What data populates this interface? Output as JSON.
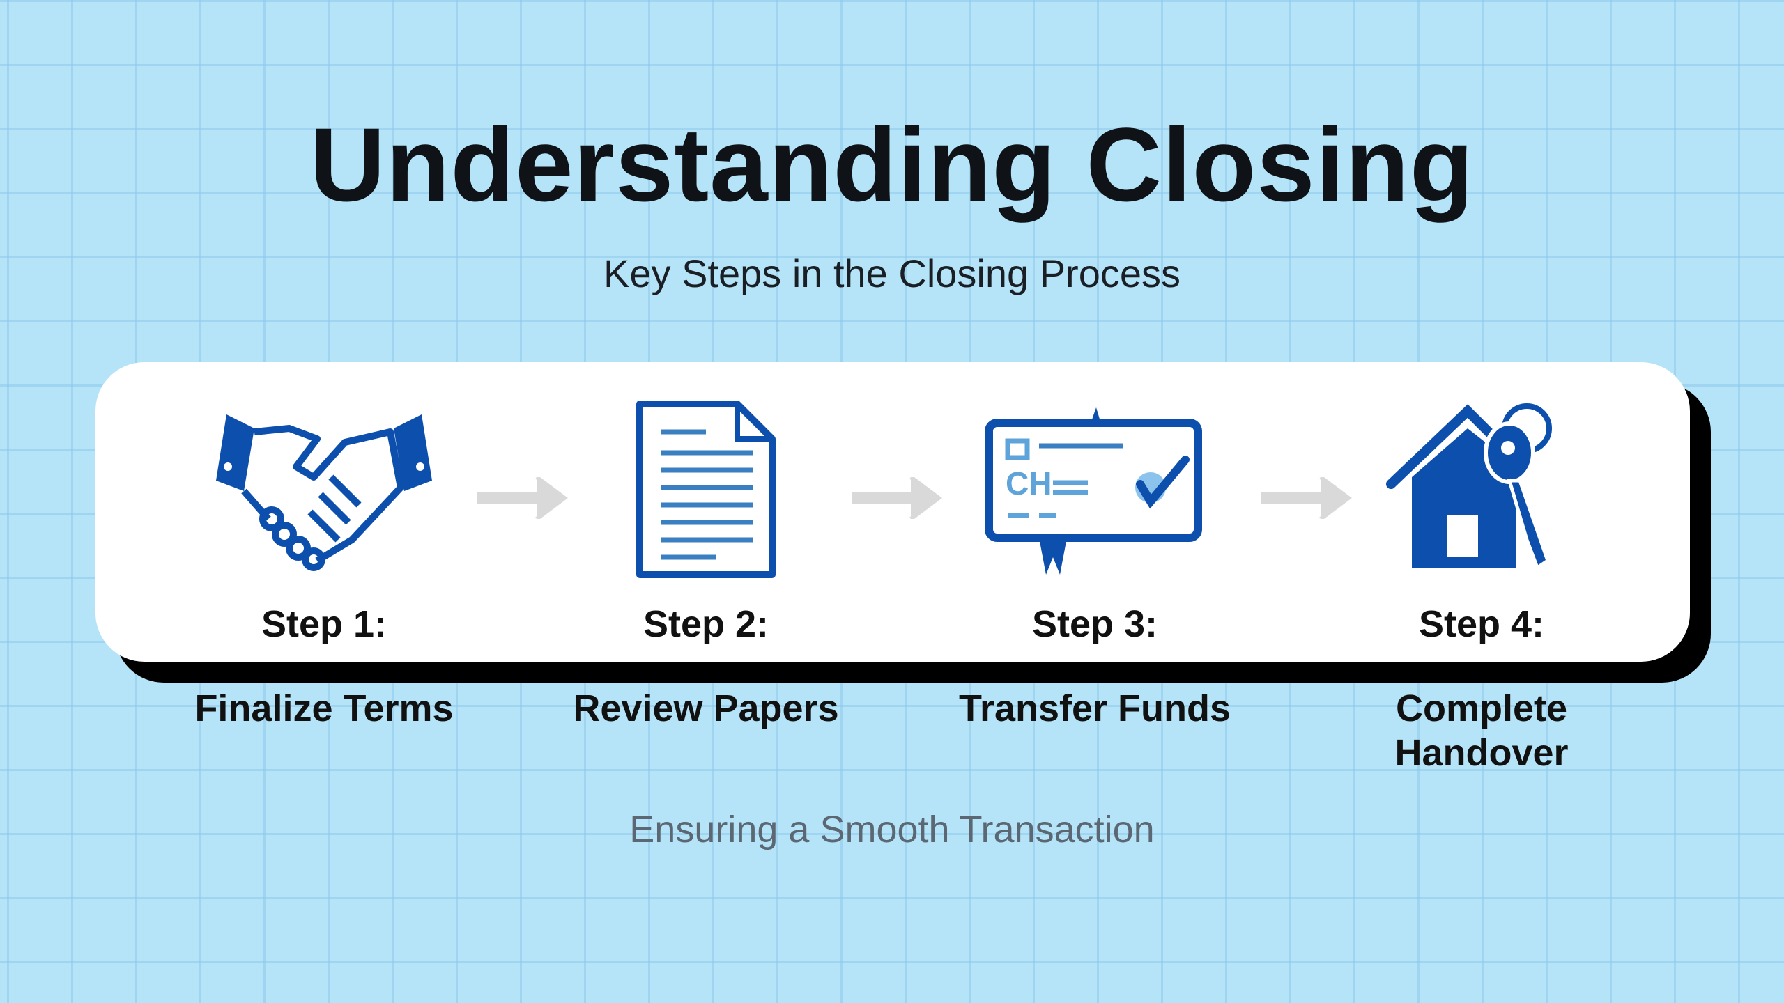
{
  "title": "Understanding Closing",
  "subtitle": "Key Steps in the Closing Process",
  "steps": [
    {
      "step": "Step 1:",
      "name": "Finalize Terms",
      "icon": "handshake-icon"
    },
    {
      "step": "Step 2:",
      "name": "Review Papers",
      "icon": "document-icon"
    },
    {
      "step": "Step 3:",
      "name": "Transfer Funds",
      "icon": "check-payment-icon"
    },
    {
      "step": "Step 4:",
      "name": "Complete Handover",
      "icon": "house-key-icon"
    }
  ],
  "check_text": "CH",
  "footer": "Ensuring a Smooth Transaction",
  "colors": {
    "accent": "#0d4fad",
    "light_accent": "#5ea3da",
    "arrow": "#d9d9d9",
    "background": "#b5e4f8"
  }
}
